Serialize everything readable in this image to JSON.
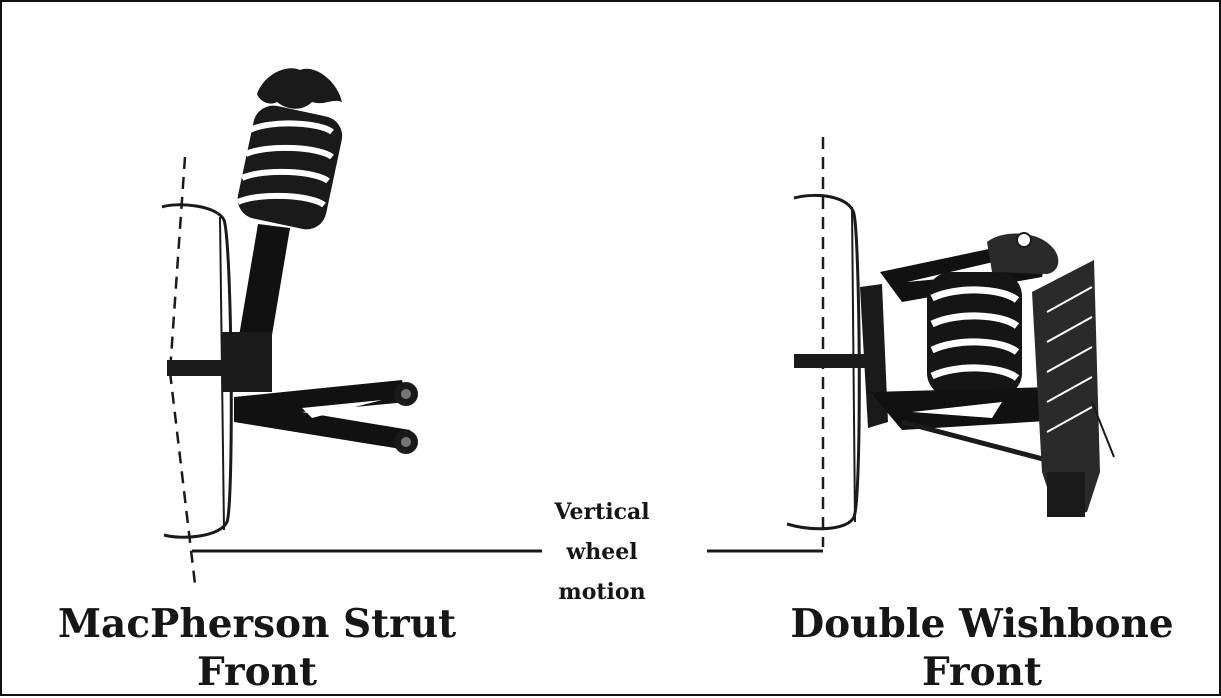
{
  "left_caption": {
    "line1": "MacPherson Strut",
    "line2": "Front"
  },
  "right_caption": {
    "line1": "Double Wishbone",
    "line2": "Front"
  },
  "motion_label": {
    "line1": "Vertical",
    "line2": "wheel",
    "line3": "motion"
  },
  "colors": {
    "ink": "#161616",
    "background": "#ffffff"
  }
}
